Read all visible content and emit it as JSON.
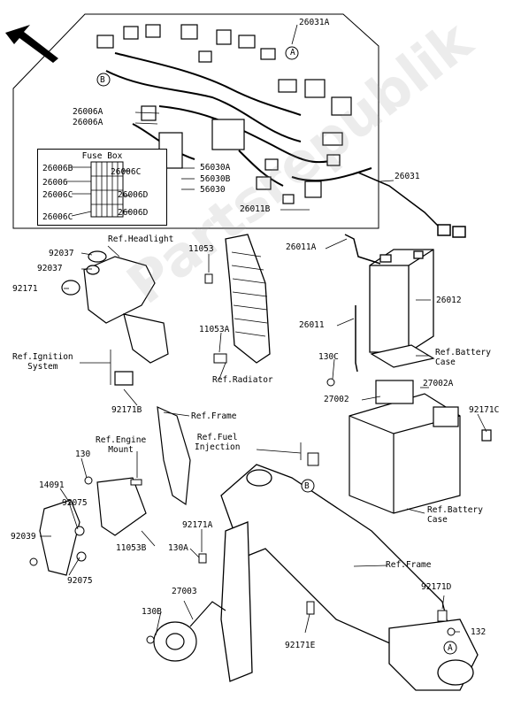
{
  "labels": {
    "p26031A": "26031A",
    "p26006A_1": "26006A",
    "p26006A_2": "26006A",
    "fuse_box_title": "Fuse Box",
    "p26006B": "26006B",
    "p26006C_1": "26006C",
    "p26006": "26006",
    "p26006C_2": "26006C",
    "p26006D_1": "26006D",
    "p26006C_3": "26006C",
    "p26006D_2": "26006D",
    "p56030A": "56030A",
    "p56030B": "56030B",
    "p56030": "56030",
    "p26011B": "26011B",
    "p26031": "26031",
    "p26011A": "26011A",
    "p26012": "26012",
    "p26011": "26011",
    "ref_battery_case_1": "Ref.Battery\nCase",
    "p130C": "130C",
    "p27002": "27002",
    "p27002A": "27002A",
    "p92171C": "92171C",
    "ref_battery_case_2": "Ref.Battery\nCase",
    "p92037_1": "92037",
    "p92037_2": "92037",
    "ref_headlight": "Ref.Headlight",
    "p92171": "92171",
    "p11053": "11053",
    "p11053A": "11053A",
    "ref_radiator": "Ref.Radiator",
    "ref_ignition": "Ref.Ignition\nSystem",
    "p92171B": "92171B",
    "ref_frame_1": "Ref.Frame",
    "ref_engine_mount": "Ref.Engine\nMount",
    "ref_fuel_injection": "Ref.Fuel\nInjection",
    "p130": "130",
    "p14091": "14091",
    "p92075_1": "92075",
    "p92039": "92039",
    "p92075_2": "92075",
    "p11053B": "11053B",
    "p92171A": "92171A",
    "p130A": "130A",
    "ref_frame_2": "Ref.Frame",
    "p27003": "27003",
    "p130B": "130B",
    "p92171E": "92171E",
    "p92171D": "92171D",
    "p132": "132",
    "marker_a": "A",
    "marker_b": "B",
    "watermark": "Partsrepublik"
  },
  "colors": {
    "line": "#000000",
    "paper": "#ffffff",
    "watermark": "#969696"
  }
}
